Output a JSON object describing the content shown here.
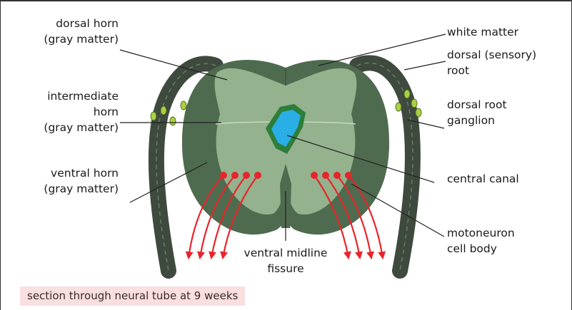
{
  "labels": {
    "dorsal_horn": [
      "dorsal horn",
      "(gray matter)"
    ],
    "intermediate_horn": [
      "intermediate",
      "horn",
      "(gray matter)"
    ],
    "ventral_horn": [
      "ventral horn",
      "(gray matter)"
    ],
    "white_matter": [
      "white matter"
    ],
    "dorsal_root": [
      "dorsal (sensory)",
      "root"
    ],
    "dorsal_root_ganglion": [
      "dorsal root",
      "ganglion"
    ],
    "central_canal": [
      "central canal"
    ],
    "motoneuron": [
      "motoneuron",
      "cell body"
    ],
    "ventral_midline_fissure": [
      "ventral midline",
      "fissure"
    ]
  },
  "caption": "section through neural tube at 9 weeks",
  "colors": {
    "white_matter": "#4f6b4f",
    "gray_matter": "#93b28d",
    "root": "#3e4a3e",
    "ganglion_cells": "#a8d244",
    "canal": "#29aee6",
    "canal_border": "#2e7d3a",
    "motoneuron": "#e8242a",
    "caption_bg": "#fadfe0"
  }
}
